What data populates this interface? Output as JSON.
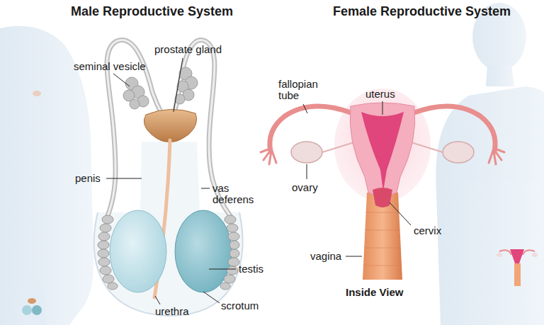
{
  "diagram": {
    "labels": [
      "Male Reproductive System",
      "Female Reproductive System",
      "prostate gland",
      "seminal vesicle",
      "fallopian tube",
      "uterus",
      "penis",
      "ovary",
      "vas deferens",
      "cervix",
      "vagina",
      "testis",
      "Inside View",
      "scrotum",
      "urethra"
    ]
  }
}
